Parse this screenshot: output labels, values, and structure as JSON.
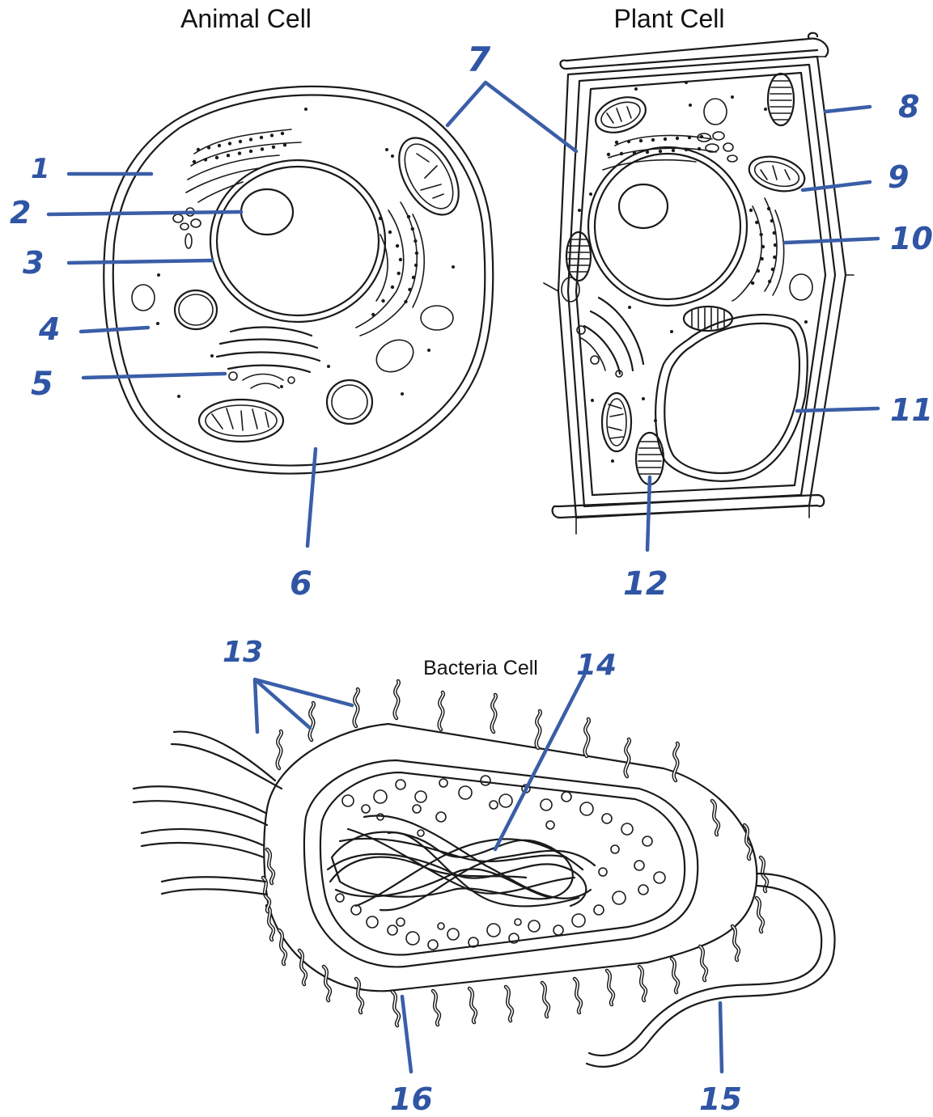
{
  "titles": {
    "animal": "Animal Cell",
    "plant": "Plant Cell",
    "bacteria": "Bacteria Cell"
  },
  "labels": {
    "l1": "1",
    "l2": "2",
    "l3": "3",
    "l4": "4",
    "l5": "5",
    "l6": "6",
    "l7": "7",
    "l8": "8",
    "l9": "9",
    "l10": "10",
    "l11": "11",
    "l12": "12",
    "l13": "13",
    "l14": "14",
    "l15": "15",
    "l16": "16"
  },
  "colors": {
    "ink": "#1a1a1a",
    "label_blue": "#3a5ea8"
  }
}
